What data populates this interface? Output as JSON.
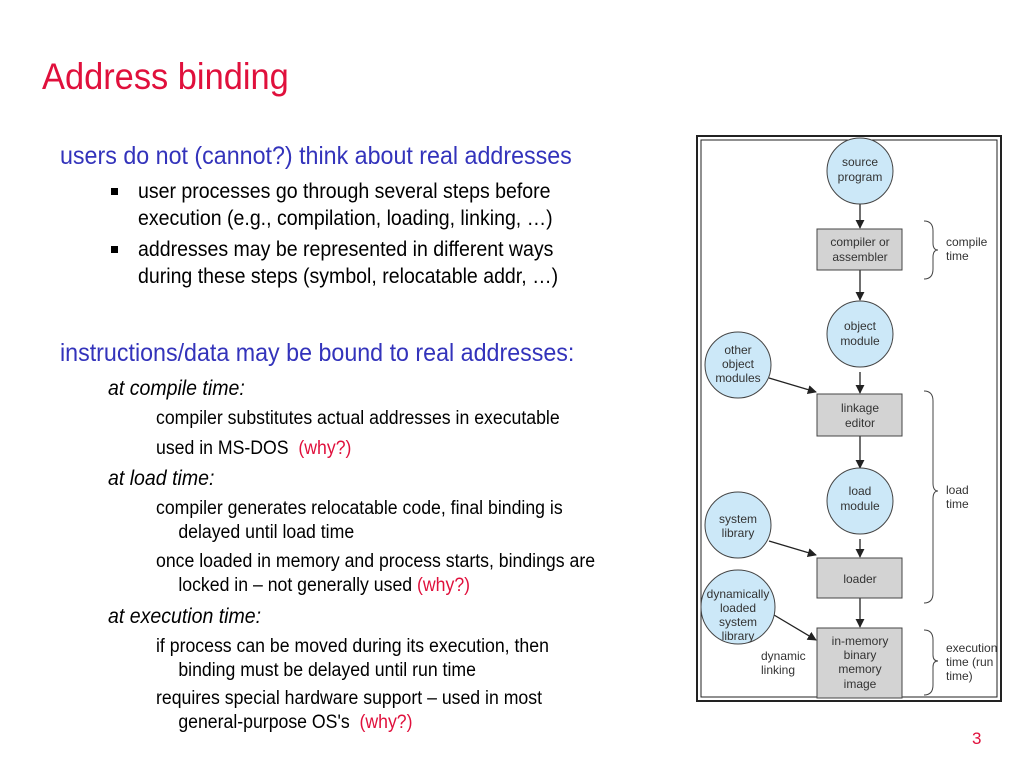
{
  "slide": {
    "title": "Address binding",
    "page_number": "3",
    "point1": {
      "heading": "users do not (cannot?) think about real addresses",
      "bullets": [
        [
          "user processes go through several steps before",
          "execution (e.g., compilation, loading, linking, …)"
        ],
        [
          "addresses may be represented in different ways",
          "during these steps (symbol, relocatable addr, …)"
        ]
      ]
    },
    "point2": {
      "heading": "instructions/data may be bound to real addresses:",
      "compile": {
        "label": "at compile time:",
        "line1": "compiler substitutes actual addresses in executable",
        "line2": "used in MS-DOS",
        "why": "(why?)"
      },
      "load": {
        "label": "at load time:",
        "item1": [
          "compiler generates relocatable code, final binding is",
          "delayed until load time"
        ],
        "item2": [
          "once loaded in memory and process starts, bindings are",
          "locked in – not generally used"
        ],
        "why": "(why?)"
      },
      "execution": {
        "label": "at execution time:",
        "item1": [
          "if process can be moved during its execution, then",
          "binding must be delayed until run time"
        ],
        "item2": [
          "requires special hardware support – used in most",
          "general-purpose OS's"
        ],
        "why": "(why?)"
      }
    }
  },
  "diagram": {
    "colors": {
      "circle_fill": "#cce8f8",
      "box_fill": "#d3d3d3",
      "stroke": "#444444"
    },
    "nodes": {
      "source_program": [
        "source",
        "program"
      ],
      "compiler": [
        "compiler or",
        "assembler"
      ],
      "object_module": [
        "object",
        "module"
      ],
      "other_modules": [
        "other",
        "object",
        "modules"
      ],
      "linkage_editor": [
        "linkage",
        "editor"
      ],
      "load_module": [
        "load",
        "module"
      ],
      "system_library": [
        "system",
        "library"
      ],
      "loader": [
        "loader"
      ],
      "dyn_library": [
        "dynamically",
        "loaded",
        "system",
        "library"
      ],
      "in_memory": [
        "in-memory",
        "binary",
        "memory",
        "image"
      ]
    },
    "edge_label": [
      "dynamic",
      "linking"
    ],
    "brackets": {
      "compile_time": [
        "compile",
        "time"
      ],
      "load_time": [
        "load",
        "time"
      ],
      "execution_time": [
        "execution",
        "time (run",
        "time)"
      ]
    }
  }
}
